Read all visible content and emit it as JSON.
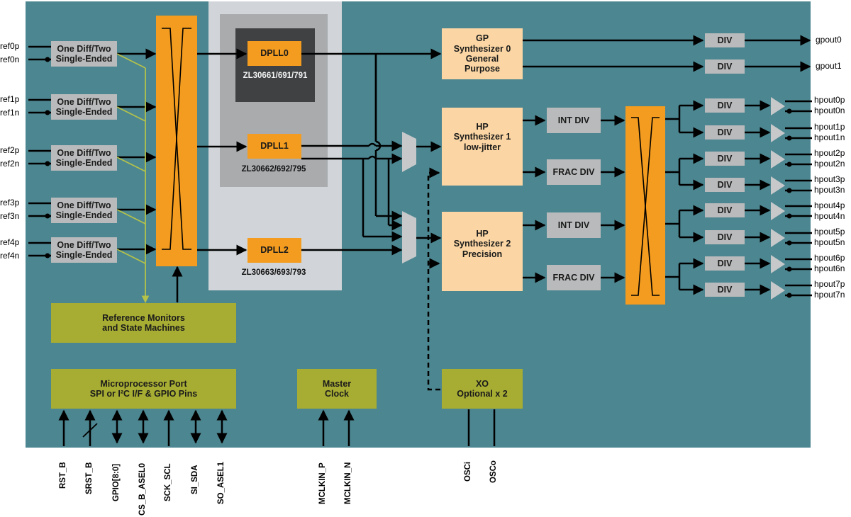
{
  "inputs": {
    "ref0p": "ref0p",
    "ref0n": "ref0n",
    "ref1p": "ref1p",
    "ref1n": "ref1n",
    "ref2p": "ref2p",
    "ref2n": "ref2n",
    "ref3p": "ref3p",
    "ref3n": "ref3n",
    "ref4p": "ref4p",
    "ref4n": "ref4n"
  },
  "input_buffer_label": "One Diff/Two\nSingle-Ended",
  "dpll": {
    "dpll0": "DPLL0",
    "dpll1": "DPLL1",
    "dpll2": "DPLL2",
    "part0": "ZL30661/691/791",
    "part1": "ZL30662/692/795",
    "part2": "ZL30663/693/793"
  },
  "synth": {
    "gp0": "GP\nSynthesizer 0\nGeneral\nPurpose",
    "hp1": "HP\nSynthesizer 1\nlow-jitter",
    "hp2": "HP\nSynthesizer 2\nPrecision"
  },
  "divs": {
    "div": "DIV",
    "int_div": "INT DIV",
    "frac_div": "FRAC DIV"
  },
  "outputs": {
    "gpout0": "gpout0",
    "gpout1": "gpout1",
    "hpout0p": "hpout0p",
    "hpout0n": "hpout0n",
    "hpout1p": "hpout1p",
    "hpout1n": "hpout1n",
    "hpout2p": "hpout2p",
    "hpout2n": "hpout2n",
    "hpout3p": "hpout3p",
    "hpout3n": "hpout3n",
    "hpout4p": "hpout4p",
    "hpout4n": "hpout4n",
    "hpout5p": "hpout5p",
    "hpout5n": "hpout5n",
    "hpout6p": "hpout6p",
    "hpout6n": "hpout6n",
    "hpout7p": "hpout7p",
    "hpout7n": "hpout7n"
  },
  "blocks": {
    "ref_monitors": "Reference Monitors\nand State Machines",
    "micro_port": "Microprocessor Port\nSPI or I²C I/F & GPIO Pins",
    "master_clock": "Master\nClock",
    "xo": "XO\nOptional x 2"
  },
  "pins": {
    "rst_b": "RST_B",
    "srst_b": "SRST_B",
    "gpio": "GPIO[8:0]",
    "cs_b_asel0": "CS_B_ASEL0",
    "sck_scl": "SCK_SCL",
    "si_sda": "SI_SDA",
    "so_asel1": "SO_ASEL1",
    "mclkin_p": "MCLKIN_P",
    "mclkin_n": "MCLKIN_N",
    "osci": "OSCi",
    "osco": "OSCo"
  },
  "colors": {
    "background": "#4c8690",
    "orange": "#f39c1f",
    "peach": "#fbd6a4",
    "olive": "#a7ad33",
    "gray_block": "#b9babb",
    "panel_gray": "#d1d5d9"
  }
}
